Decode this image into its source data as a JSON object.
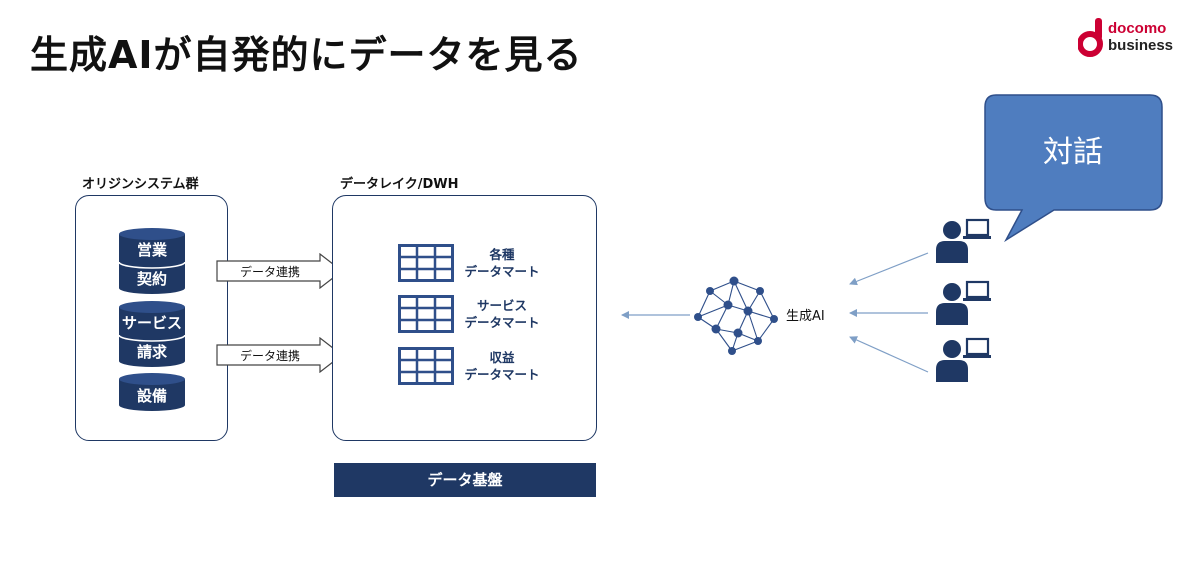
{
  "title": "生成AIが自発的にデータを見る",
  "logo": {
    "line1": "docomo",
    "line2": "business"
  },
  "origin": {
    "label": "オリジンシステム群",
    "systems": [
      {
        "line1": "営業",
        "line2": "契約"
      },
      {
        "line1": "サービス",
        "line2": "請求"
      },
      {
        "line1": "設備",
        "line2": ""
      }
    ]
  },
  "links": [
    "データ連携",
    "データ連携"
  ],
  "lake": {
    "label": "データレイク/DWH",
    "marts": [
      {
        "line1": "各種",
        "line2": "データマート"
      },
      {
        "line1": "サービス",
        "line2": "データマート"
      },
      {
        "line1": "収益",
        "line2": "データマート"
      }
    ]
  },
  "base": "データ基盤",
  "genai": "生成AI",
  "bubble": "対話",
  "colors": {
    "navy": "#1f3864",
    "bubble": "#4f7dbf",
    "arrow": "#7f9fc6",
    "logo_red": "#cc0033"
  }
}
